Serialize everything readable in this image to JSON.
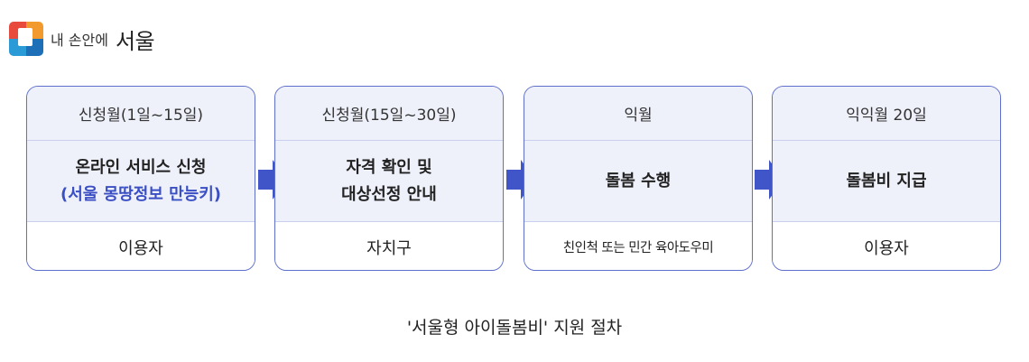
{
  "brand": {
    "small": "내 손안에",
    "big": "서울"
  },
  "steps": [
    {
      "period": "신청월(1일~15일)",
      "action_line1": "온라인 서비스 신청",
      "action_line2": "(서울 몽땅정보 만능키)",
      "actor": "이용자"
    },
    {
      "period": "신청월(15일~30일)",
      "action_line1": "자격 확인 및",
      "action_line2": "대상선정 안내",
      "actor": "자치구"
    },
    {
      "period": "익월",
      "action_line1": "돌봄 수행",
      "action_line2": "",
      "actor": "친인척 또는 민간 육아도우미"
    },
    {
      "period": "익익월 20일",
      "action_line1": "돌봄비 지급",
      "action_line2": "",
      "actor": "이용자"
    }
  ],
  "caption": "'서울형 아이돌봄비' 지원 절차",
  "colors": {
    "border": "#5f6fcc",
    "panel": "#eef1fa",
    "arrow": "#3f55c8",
    "highlight": "#3b4fc4"
  }
}
